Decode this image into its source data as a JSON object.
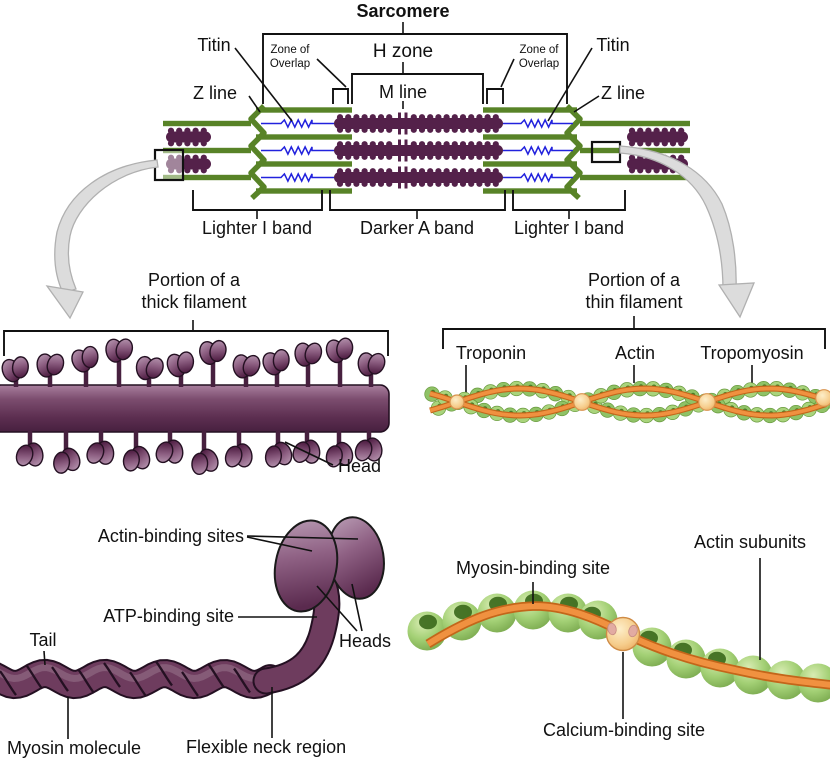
{
  "title": "Sarcomere",
  "sarcomere": {
    "h_zone": "H zone",
    "m_line": "M line",
    "titin": "Titin",
    "z_line": "Z line",
    "zone_of_overlap_line1": "Zone of",
    "zone_of_overlap_line2": "Overlap",
    "lighter_i_band": "Lighter I band",
    "darker_a_band": "Darker A band"
  },
  "thick_filament": {
    "caption_line1": "Portion of a",
    "caption_line2": "thick filament",
    "head": "Head"
  },
  "thin_filament": {
    "caption_line1": "Portion of a",
    "caption_line2": "thin filament",
    "troponin": "Troponin",
    "actin": "Actin",
    "tropomyosin": "Tropomyosin"
  },
  "myosin_molecule": {
    "actin_binding_sites": "Actin-binding sites",
    "atp_binding_site": "ATP-binding site",
    "heads": "Heads",
    "tail": "Tail",
    "myosin_molecule": "Myosin molecule",
    "flexible_neck_region": "Flexible neck region"
  },
  "actin_detail": {
    "myosin_binding_site": "Myosin-binding site",
    "actin_subunits": "Actin subunits",
    "calcium_binding_site": "Calcium-binding site"
  },
  "colors": {
    "thick_filament_maroon": "#54214a",
    "thin_filament_green": "#588327",
    "titin_blue": "#2222dd",
    "tropomyosin_orange": "#ef9036",
    "troponin_tan": "#f6cd8c",
    "actin_bead_green": "#9cc96c",
    "arrow_gray": "#dcdcdc"
  }
}
